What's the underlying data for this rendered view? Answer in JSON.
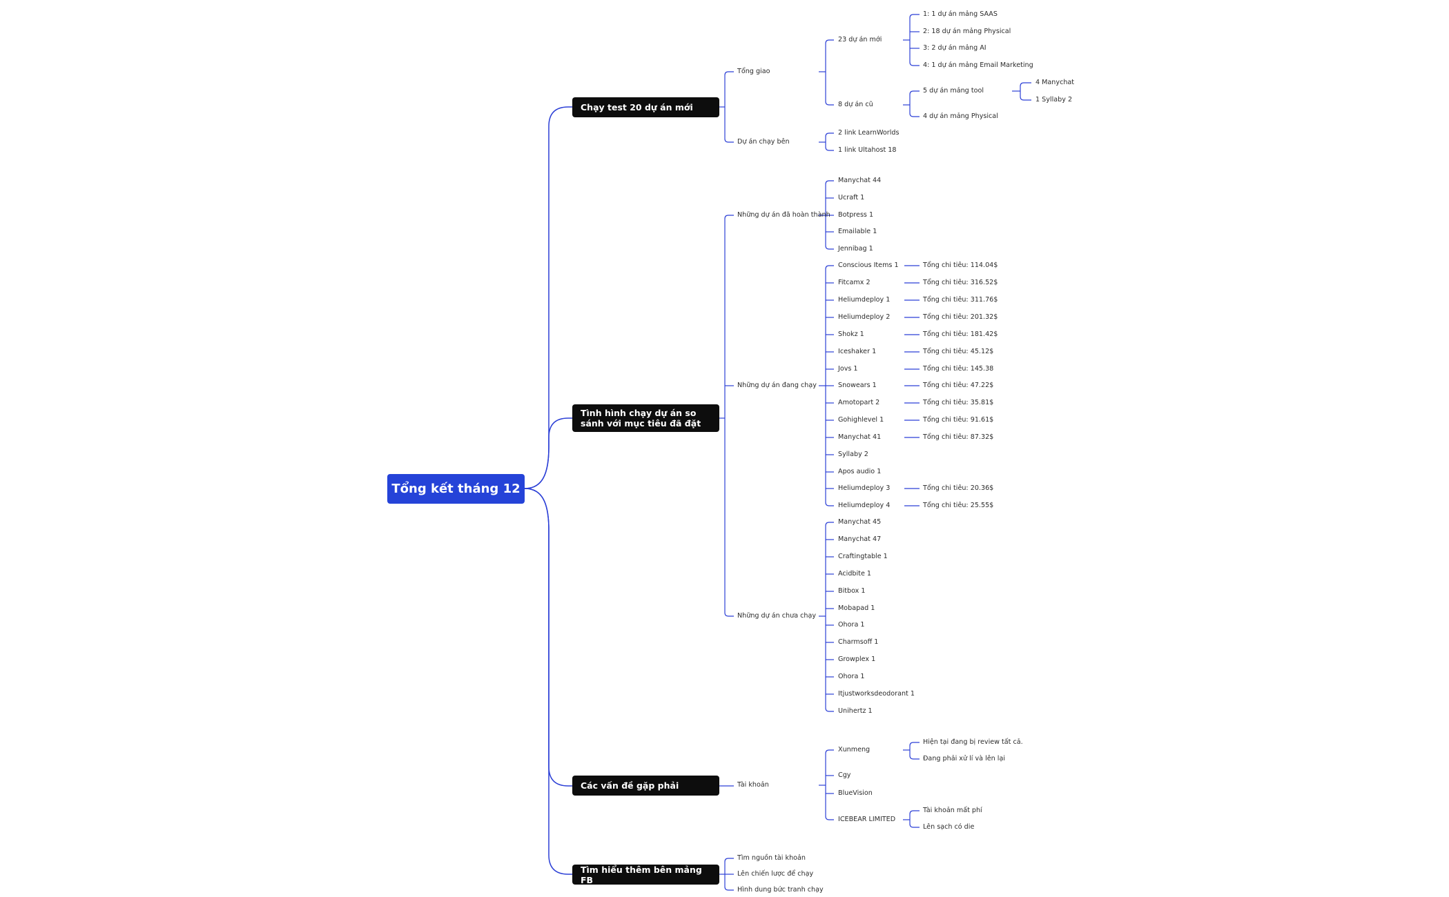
{
  "root": {
    "label": "Tổng kết tháng 12"
  },
  "colors": {
    "root_bg": "#2543d8",
    "branch_bg": "#0d0d0d",
    "link": "#2b3fd6"
  },
  "branches": [
    {
      "label": "Chạy test 20 dự án mới",
      "children": [
        {
          "label": "Tổng giao",
          "children": [
            {
              "label": "23 dự án mới",
              "children": [
                {
                  "label": "1:  1 dự án mảng SAAS"
                },
                {
                  "label": "2: 18 dự án mảng Physical"
                },
                {
                  "label": "3: 2 dự án mảng AI"
                },
                {
                  "label": "4: 1 dự án mảng Email Marketing"
                }
              ]
            },
            {
              "label": "8 dự án cũ",
              "children": [
                {
                  "label": "5 dự án mảng tool",
                  "children": [
                    {
                      "label": "4 Manychat"
                    },
                    {
                      "label": "1 Syllaby 2"
                    }
                  ]
                },
                {
                  "label": "4 dự án mảng Physical"
                }
              ]
            }
          ]
        },
        {
          "label": "Dự án chạy bên",
          "children": [
            {
              "label": "2 link LearnWorlds"
            },
            {
              "label": "1 link Ultahost 18"
            }
          ]
        }
      ]
    },
    {
      "label": "Tình hình chạy dự án so sánh với mục tiêu đã đặt",
      "children": [
        {
          "label": "Những dự án đã hoàn thành",
          "children": [
            {
              "label": "Manychat 44"
            },
            {
              "label": "Ucraft 1"
            },
            {
              "label": "Botpress 1"
            },
            {
              "label": "Emailable 1"
            },
            {
              "label": "Jennibag 1"
            }
          ]
        },
        {
          "label": "Những dự án đang chạy",
          "children": [
            {
              "label": "Conscious Items 1",
              "children": [
                {
                  "label": "Tổng chi tiêu: 114.04$"
                }
              ]
            },
            {
              "label": "Fitcamx 2",
              "children": [
                {
                  "label": "Tổng chi tiêu: 316.52$"
                }
              ]
            },
            {
              "label": "Heliumdeploy 1",
              "children": [
                {
                  "label": "Tổng chi tiêu: 311.76$"
                }
              ]
            },
            {
              "label": "Heliumdeploy 2",
              "children": [
                {
                  "label": "Tổng chi tiêu: 201.32$"
                }
              ]
            },
            {
              "label": "Shokz 1",
              "children": [
                {
                  "label": "Tổng chi tiêu: 181.42$"
                }
              ]
            },
            {
              "label": "Iceshaker 1",
              "children": [
                {
                  "label": "Tổng chi tiêu: 45.12$"
                }
              ]
            },
            {
              "label": "Jovs 1",
              "children": [
                {
                  "label": "Tổng chi tiêu: 145.38"
                }
              ]
            },
            {
              "label": "Snowears 1",
              "children": [
                {
                  "label": "Tổng chi tiêu: 47.22$"
                }
              ]
            },
            {
              "label": "Amotopart 2",
              "children": [
                {
                  "label": "Tổng chi tiêu: 35.81$"
                }
              ]
            },
            {
              "label": "Gohighlevel 1",
              "children": [
                {
                  "label": "Tổng chi tiêu: 91.61$"
                }
              ]
            },
            {
              "label": "Manychat 41",
              "children": [
                {
                  "label": "Tổng chi tiêu: 87.32$"
                }
              ]
            },
            {
              "label": "Syllaby 2"
            },
            {
              "label": "Apos audio 1"
            },
            {
              "label": "Heliumdeploy 3",
              "children": [
                {
                  "label": "Tổng chi tiêu: 20.36$"
                }
              ]
            },
            {
              "label": "Heliumdeploy 4",
              "children": [
                {
                  "label": "Tổng chi tiêu: 25.55$"
                }
              ]
            }
          ]
        },
        {
          "label": "Những dự án chưa chạy",
          "children": [
            {
              "label": "Manychat 45"
            },
            {
              "label": "Manychat 47"
            },
            {
              "label": "Craftingtable 1"
            },
            {
              "label": "Acidbite 1"
            },
            {
              "label": "Bitbox 1"
            },
            {
              "label": "Mobapad 1"
            },
            {
              "label": "Ohora 1"
            },
            {
              "label": "Charmsoff 1"
            },
            {
              "label": "Growplex 1"
            },
            {
              "label": "Ohora 1"
            },
            {
              "label": "Itjustworksdeodorant 1"
            },
            {
              "label": "Unihertz 1"
            }
          ]
        }
      ]
    },
    {
      "label": "Các vấn đề gặp phải",
      "children": [
        {
          "label": "Tài khoản",
          "children": [
            {
              "label": "Xunmeng",
              "children": [
                {
                  "label": "Hiện tại đang bị review tất cả."
                },
                {
                  "label": "Đang phải xử lí và lên lại"
                }
              ]
            },
            {
              "label": "Cgy"
            },
            {
              "label": "BlueVision"
            },
            {
              "label": "ICEBEAR LIMITED",
              "children": [
                {
                  "label": "Tài khoản mất phí"
                },
                {
                  "label": "Lên sạch có die"
                }
              ]
            }
          ]
        }
      ]
    },
    {
      "label": "Tìm hiểu thêm bên mảng FB",
      "children": [
        {
          "label": "Tìm nguồn tài khoản"
        },
        {
          "label": "Lên chiến lược để chạy"
        },
        {
          "label": "Hình dung bức tranh chạy"
        }
      ]
    }
  ]
}
